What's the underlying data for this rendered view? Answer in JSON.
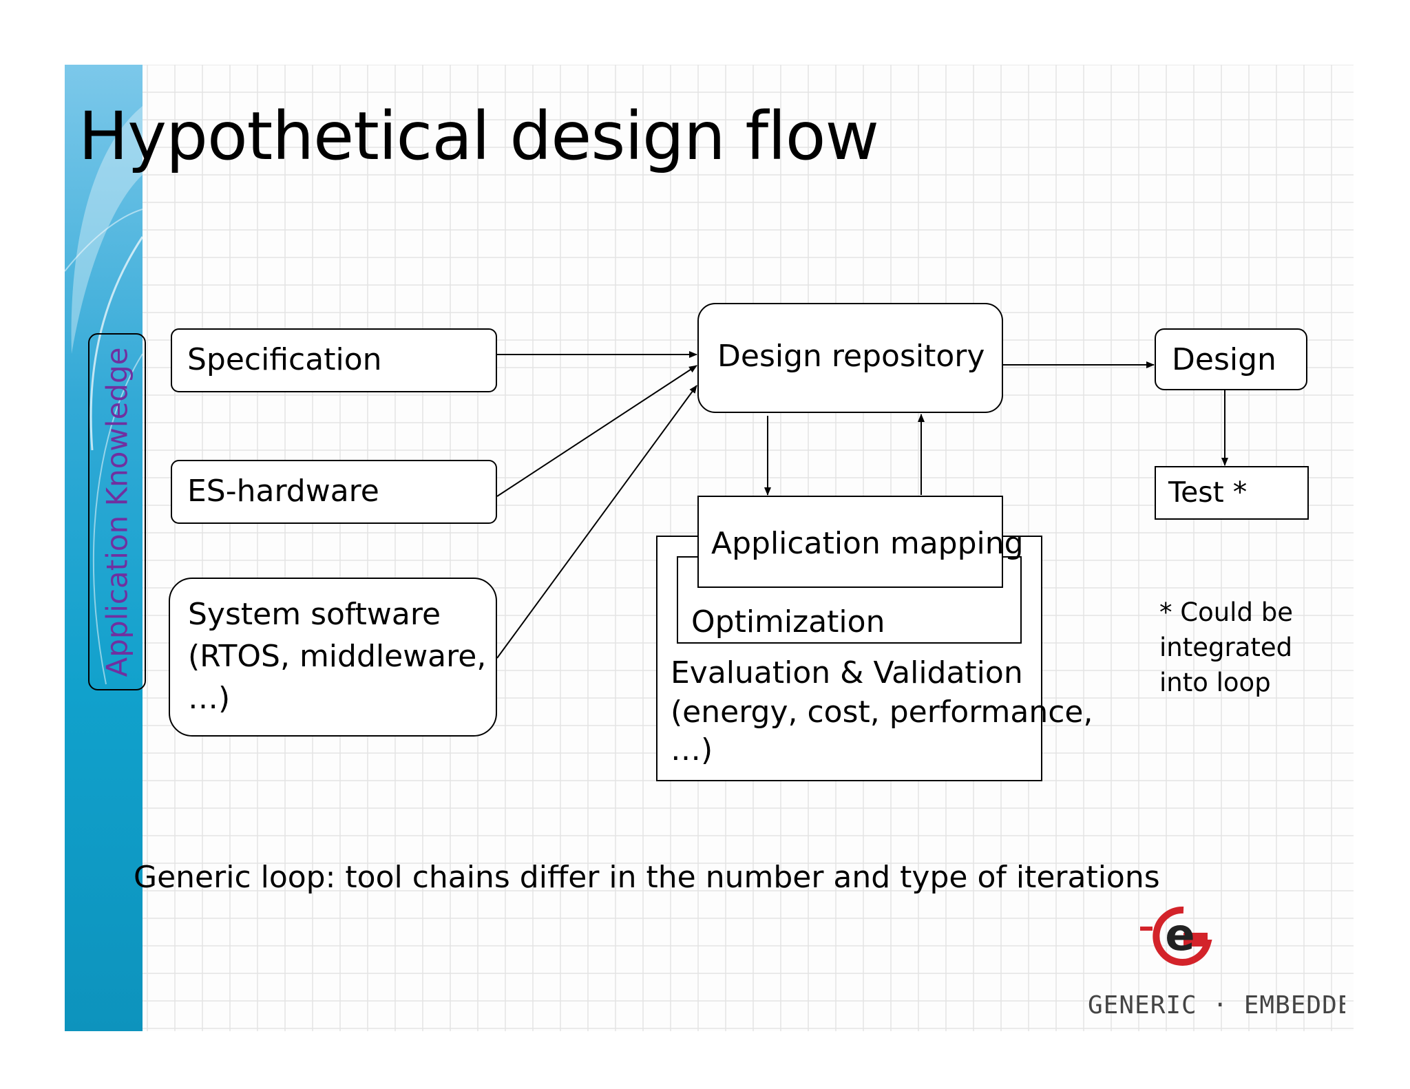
{
  "title": "Hypothetical design flow",
  "side_label": "Application Knowledge",
  "nodes": {
    "specification": "Specification",
    "es_hardware": "ES-hardware",
    "system_software": [
      "System software",
      "(RTOS, middleware,",
      "…)"
    ],
    "design_repository": "Design repository",
    "application_mapping": "Application mapping",
    "optimization": "Optimization",
    "evaluation": [
      "Evaluation & Validation",
      "(energy, cost, performance,",
      "…)"
    ],
    "design": "Design",
    "test": "Test *"
  },
  "note": [
    "* Could be",
    "integrated",
    "into loop"
  ],
  "footer": "Generic loop: tool chains differ in the number and type of iterations",
  "logo": {
    "icon": "generic-embedded-logo",
    "text": "GENERIC · EMBEDDED",
    "color": "#d3232a"
  }
}
